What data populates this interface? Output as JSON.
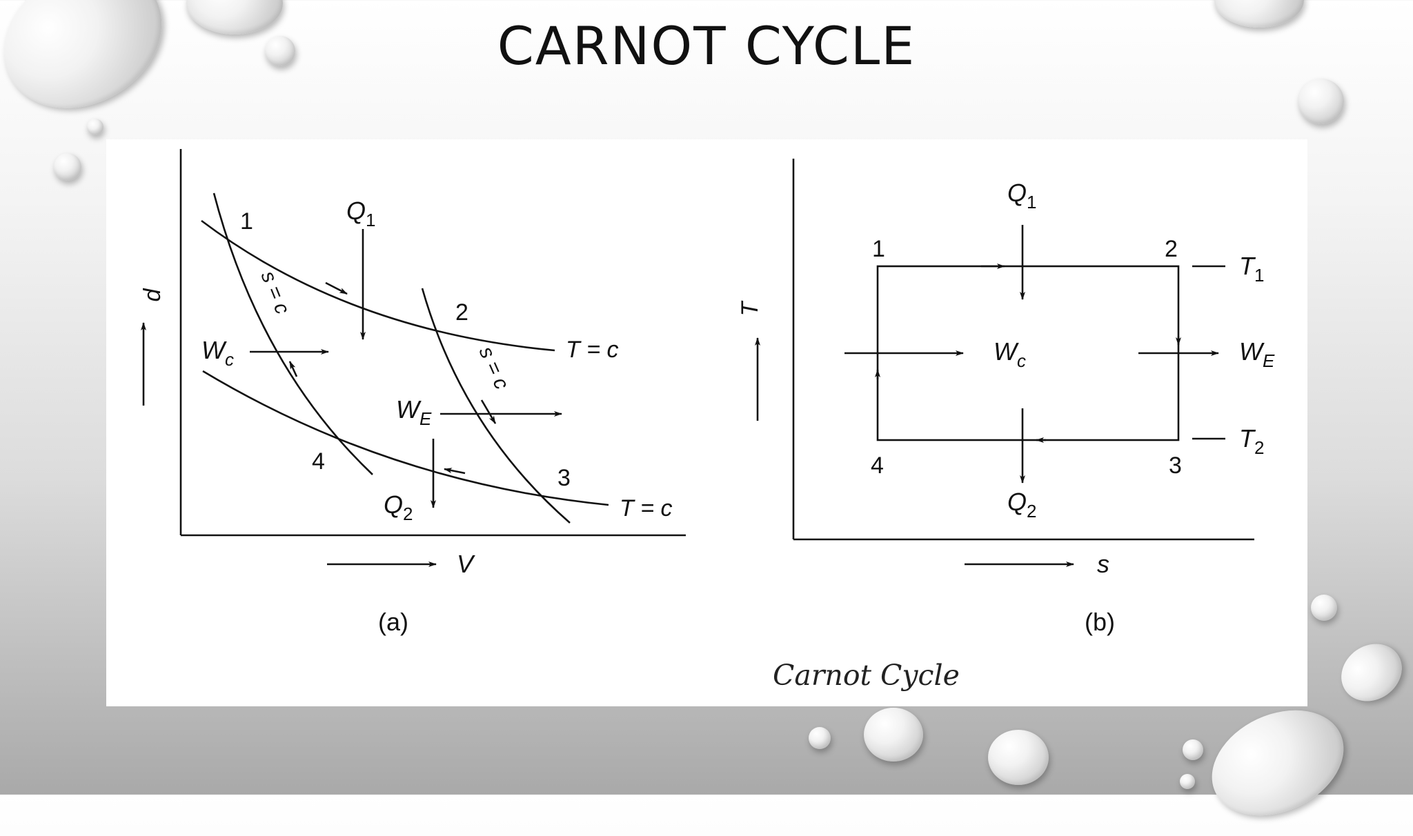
{
  "title": "CARNOT CYCLE",
  "caption": "Carnot Cycle",
  "diagram_a": {
    "panel_label": "(a)",
    "y_axis": "p",
    "x_axis": "V",
    "points": [
      "1",
      "2",
      "3",
      "4"
    ],
    "isotherm_label": "T = c",
    "adiabat_label": "s = c",
    "heat_in": "Q",
    "heat_in_sub": "1",
    "heat_out": "Q",
    "heat_out_sub": "2",
    "work_comp": "W",
    "work_comp_sub": "c",
    "work_exp": "W",
    "work_exp_sub": "E"
  },
  "diagram_b": {
    "panel_label": "(b)",
    "y_axis": "T",
    "x_axis": "s",
    "points": [
      "1",
      "2",
      "3",
      "4"
    ],
    "hot_temp": "T",
    "hot_temp_sub": "1",
    "cold_temp": "T",
    "cold_temp_sub": "2",
    "heat_in": "Q",
    "heat_in_sub": "1",
    "heat_out": "Q",
    "heat_out_sub": "2",
    "work_comp": "W",
    "work_comp_sub": "c",
    "work_exp": "W",
    "work_exp_sub": "E"
  },
  "colors": {
    "ink": "#111111",
    "panel": "#ffffff"
  }
}
